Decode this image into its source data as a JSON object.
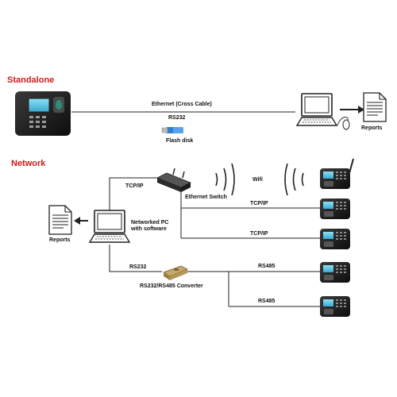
{
  "sections": {
    "standalone": "Standalone",
    "network": "Network"
  },
  "standalone": {
    "ethernet_label": "Ethernet  (Cross Cable)",
    "rs232_label": "RS232",
    "flash_label": "Flash disk",
    "reports_label": "Reports"
  },
  "network": {
    "tcpip_pc_label": "TCP/IP",
    "switch_label": "Ethernet Switch",
    "wifi_label": "Wifi",
    "tcpip_1_label": "TCP/IP",
    "tcpip_2_label": "TCP/IP",
    "pc_label": "Networked PC\nwith software",
    "reports_label": "Reports",
    "rs232_label": "RS232",
    "converter_label": "RS232/RS485 Converter",
    "rs485_1_label": "RS485",
    "rs485_2_label": "RS485"
  },
  "colors": {
    "section_heading": "#d11a1a",
    "device_body": "#1a1a1a",
    "device_screen": "#5fc8e8",
    "flash_blue": "#2f7fd6"
  }
}
